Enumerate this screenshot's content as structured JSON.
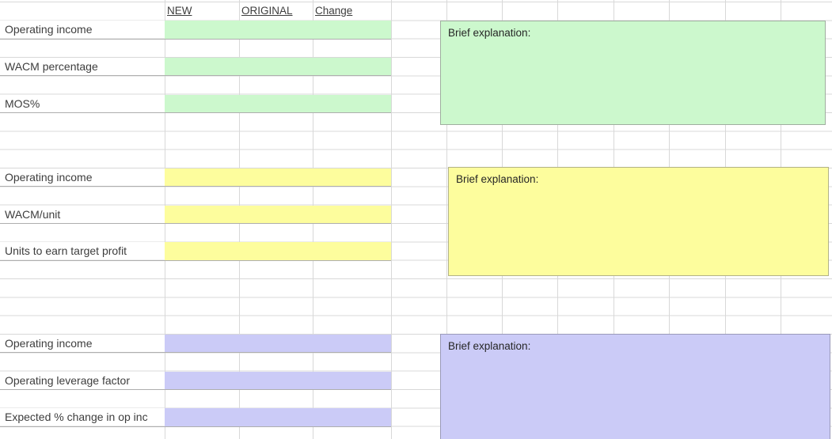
{
  "sheet": {
    "column_headers": [
      {
        "label": "NEW"
      },
      {
        "label": "ORIGINAL"
      },
      {
        "label": "Change"
      }
    ],
    "sections": [
      {
        "name": "green",
        "highlight_color": "#ccf8cd",
        "note_border_color": "#9fae9f",
        "note_label": "Brief explanation:",
        "row_labels": [
          "Operating income",
          "WACM percentage",
          "MOS%"
        ]
      },
      {
        "name": "yellow",
        "highlight_color": "#fdfd9d",
        "note_border_color": "#b2b286",
        "note_label": "Brief explanation:",
        "row_labels": [
          "Operating income",
          "WACM/unit",
          "Units to earn target profit"
        ]
      },
      {
        "name": "purple",
        "highlight_color": "#cbcbf7",
        "note_border_color": "#9a9ab8",
        "note_label": "Brief explanation:",
        "row_labels": [
          "Operating income",
          "Operating leverage factor",
          "Expected % change in op inc"
        ]
      }
    ],
    "gridline_color": "#d8d8d8",
    "label_row_border_color": "#aeaeae"
  }
}
